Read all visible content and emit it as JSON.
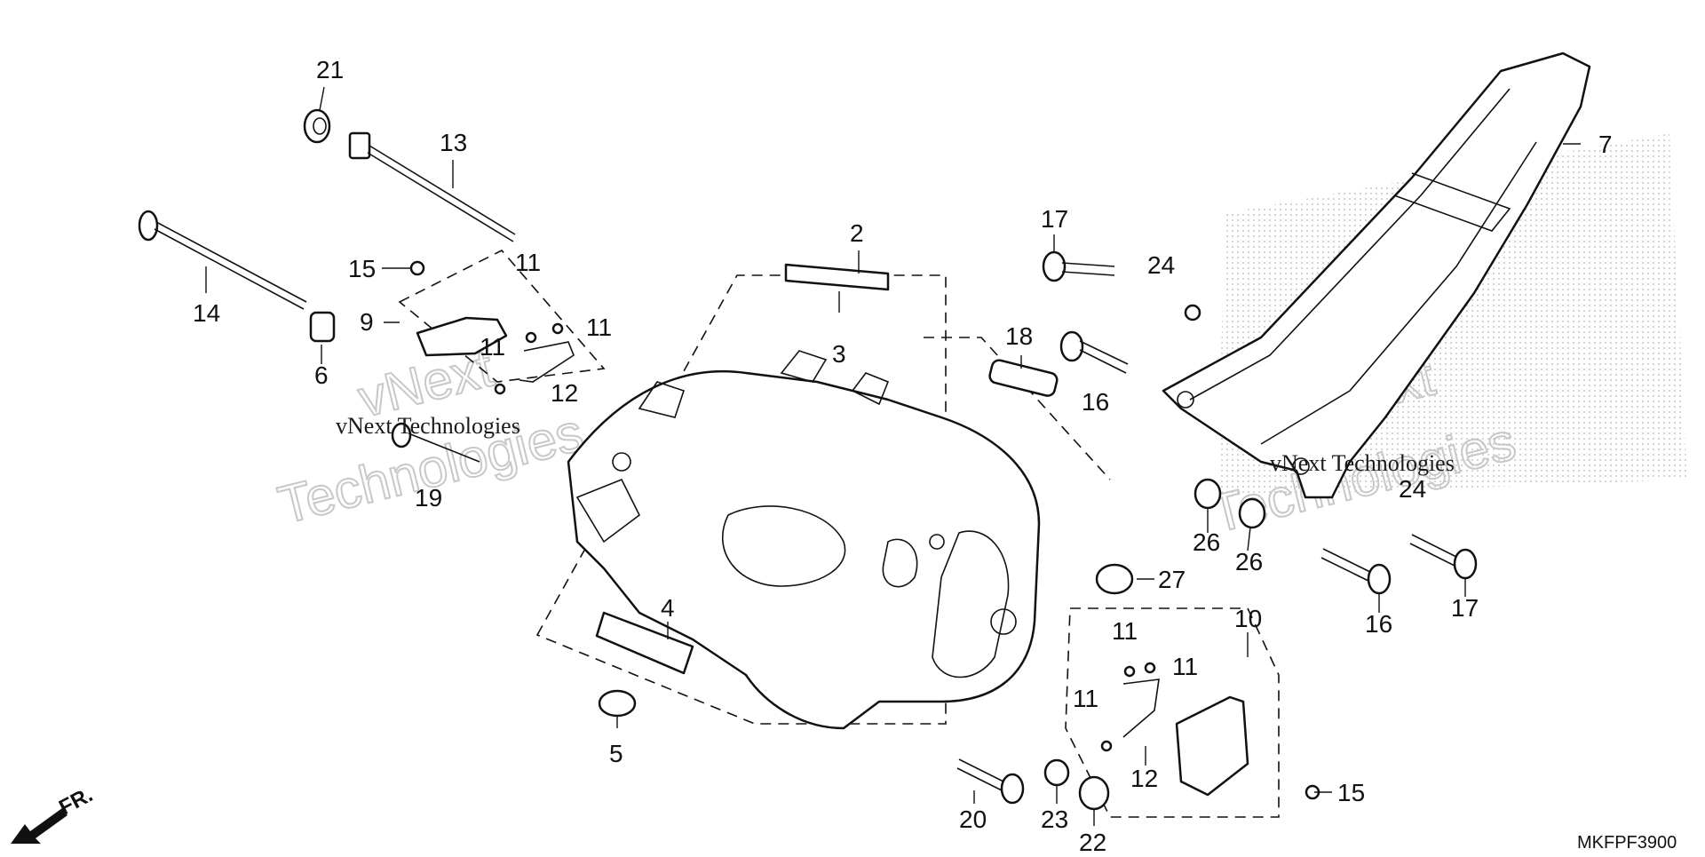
{
  "diagram": {
    "code": "MKFPF3900",
    "front_marker": "FR.",
    "watermarks": [
      "vNext Technologies",
      "vNext Technologies"
    ],
    "callouts": {
      "c21": "21",
      "c13": "13",
      "c14": "14",
      "c15a": "15",
      "c9": "9",
      "c11a": "11",
      "c11b": "11",
      "c11c": "11",
      "c12a": "12",
      "c6": "6",
      "c19": "19",
      "c2": "2",
      "c3": "3",
      "c18": "18",
      "c17a": "17",
      "c24a": "24",
      "c16a": "16",
      "c7": "7",
      "c24b": "24",
      "c26a": "26",
      "c26b": "26",
      "c16b": "16",
      "c17b": "17",
      "c27": "27",
      "c4": "4",
      "c5": "5",
      "c10": "10",
      "c11d": "11",
      "c11e": "11",
      "c11f": "11",
      "c12b": "12",
      "c15b": "15",
      "c20": "20",
      "c23": "23",
      "c22": "22"
    }
  }
}
